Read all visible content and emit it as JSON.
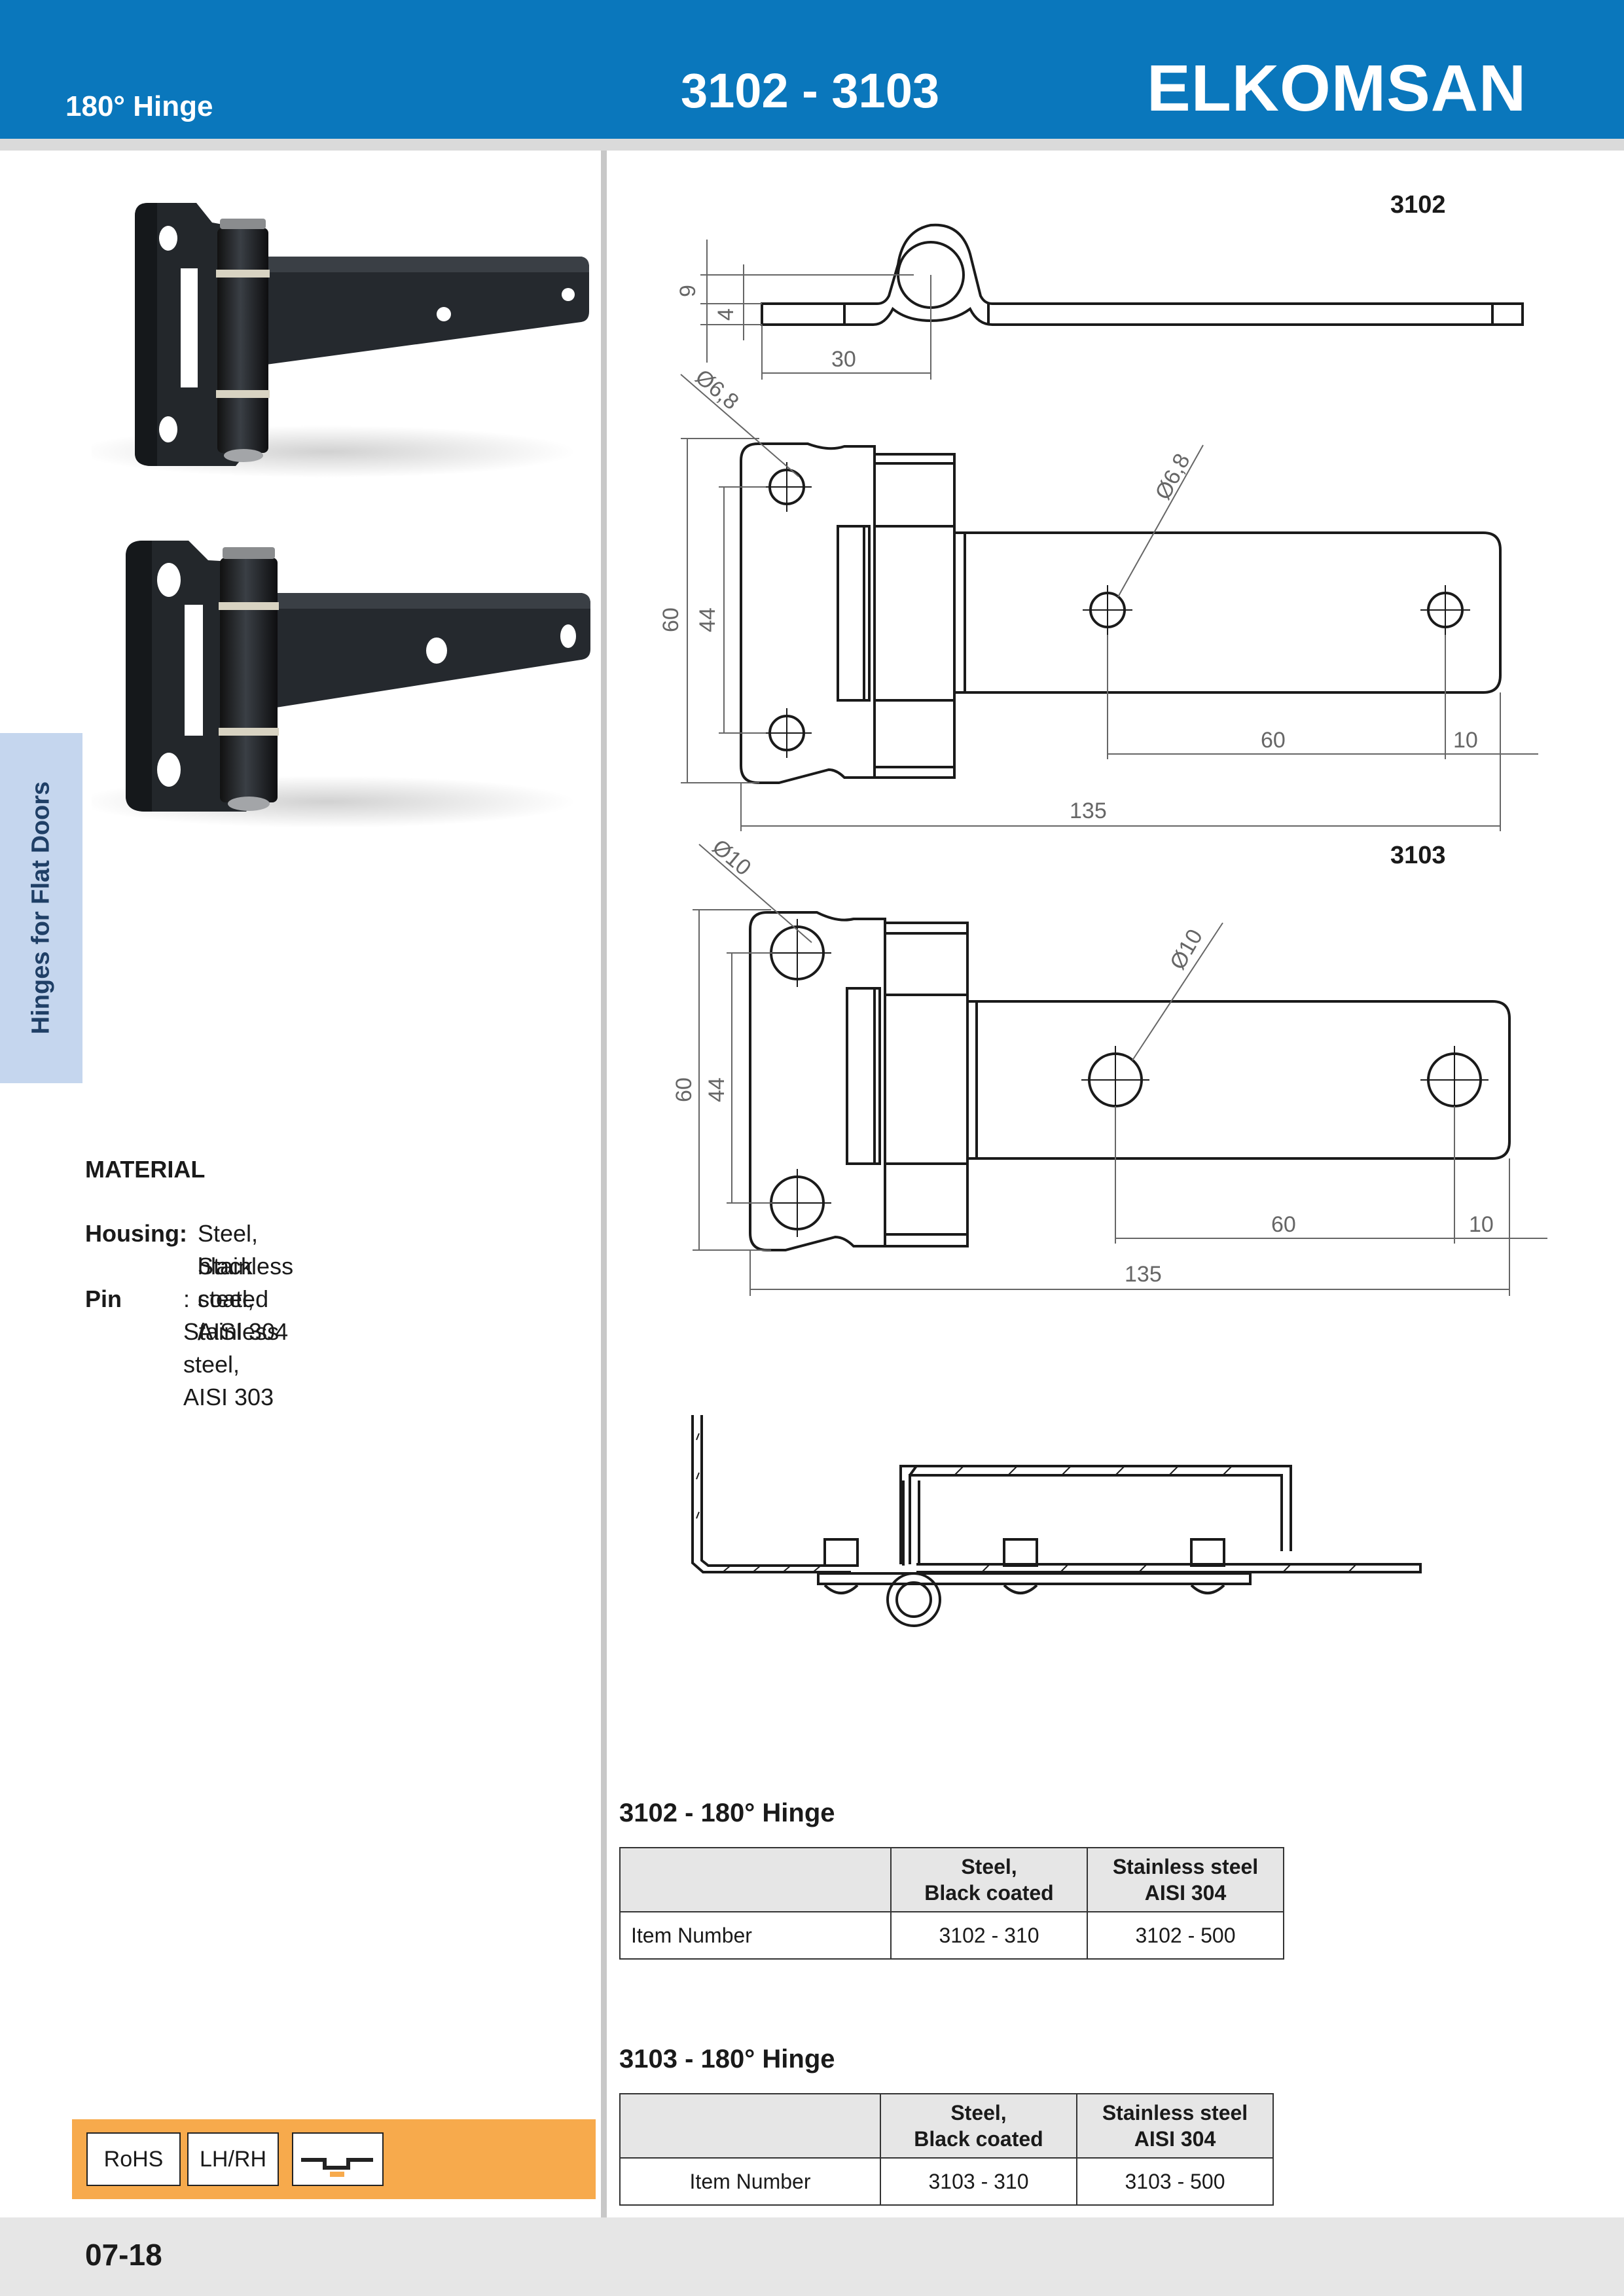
{
  "header": {
    "subtitle": "180° Hinge",
    "code": "3102 - 3103",
    "brand": "ELKOMSAN",
    "color": "#0a77bc"
  },
  "side_tab": {
    "label": "Hinges for Flat Doors",
    "color": "#c5d6ee"
  },
  "material": {
    "title": "MATERIAL",
    "rows": [
      {
        "key": "Housing:",
        "value": "Steel, black coated /"
      },
      {
        "key": "",
        "value": "Stainless steel, AISI 304"
      },
      {
        "key": "Pin",
        "value": ": Stainless steel, AISI 303"
      }
    ]
  },
  "drawings": {
    "label_3102": "3102",
    "label_3103": "3103",
    "dims_3102": {
      "height": "9",
      "thickness": "4",
      "offset": "30",
      "hole_a": "Ø6,8",
      "hole_b": "Ø6,8",
      "total_height": "60",
      "hole_spacing": "44",
      "hole_distance": "60",
      "edge": "10",
      "length": "135"
    },
    "dims_3103": {
      "hole_a": "Ø10",
      "hole_b": "Ø10",
      "total_height": "60",
      "hole_spacing": "44",
      "hole_distance": "60",
      "edge": "10",
      "length": "135"
    }
  },
  "tables": [
    {
      "title": "3102 - 180° Hinge",
      "headers": [
        "",
        "Steel,\nBlack coated",
        "Stainless steel\nAISI 304"
      ],
      "row_label": "Item Number",
      "values": [
        "3102 - 310",
        "3102 - 500"
      ]
    },
    {
      "title": "3103 - 180° Hinge",
      "headers": [
        "",
        "Steel,\nBlack coated",
        "Stainless steel\nAISI 304"
      ],
      "row_label": "Item Number",
      "values": [
        "3103 - 310",
        "3103 - 500"
      ]
    }
  ],
  "badges": [
    "RoHS",
    "LH/RH"
  ],
  "badge_bar_color": "#f7aa4c",
  "page_number": "07-18"
}
